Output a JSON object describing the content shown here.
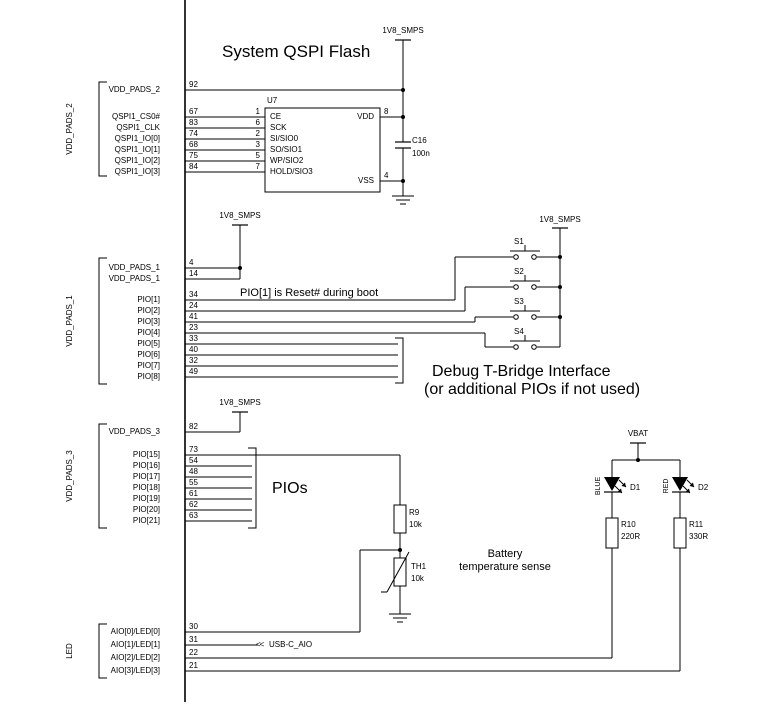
{
  "nets": {
    "v18": "1V8_SMPS",
    "vbat": "VBAT",
    "usb_aio_flag": "<<",
    "usb_aio": "USB-C_AIO"
  },
  "annotations": {
    "qspi_title": "System QSPI Flash",
    "reset_note": "PIO[1] is Reset# during boot",
    "debug_line1": "Debug T-Bridge Interface",
    "debug_line2": "(or additional PIOs if not used)",
    "pios": "PIOs",
    "battery_line1": "Battery",
    "battery_line2": "temperature sense"
  },
  "groups": {
    "vdd_pads_2": {
      "label": "VDD_PADS_2",
      "rows": [
        {
          "signal": "VDD_PADS_2",
          "pin": "92"
        },
        {
          "signal": "QSPI1_CS0#",
          "pin": "67",
          "u7_pin": "1",
          "u7_name": "CE"
        },
        {
          "signal": "QSPI1_CLK",
          "pin": "83",
          "u7_pin": "6",
          "u7_name": "SCK"
        },
        {
          "signal": "QSPI1_IO[0]",
          "pin": "74",
          "u7_pin": "2",
          "u7_name": "SI/SIO0"
        },
        {
          "signal": "QSPI1_IO[1]",
          "pin": "68",
          "u7_pin": "3",
          "u7_name": "SO/SIO1"
        },
        {
          "signal": "QSPI1_IO[2]",
          "pin": "75",
          "u7_pin": "5",
          "u7_name": "WP/SIO2"
        },
        {
          "signal": "QSPI1_IO[3]",
          "pin": "84",
          "u7_pin": "7",
          "u7_name": "HOLD/SIO3"
        }
      ]
    },
    "vdd_pads_1": {
      "label": "VDD_PADS_1",
      "rows": [
        {
          "signal": "VDD_PADS_1",
          "pin": "4"
        },
        {
          "signal": "VDD_PADS_1",
          "pin": "14"
        },
        {
          "signal": "PIO[1]",
          "pin": "34"
        },
        {
          "signal": "PIO[2]",
          "pin": "24"
        },
        {
          "signal": "PIO[3]",
          "pin": "41"
        },
        {
          "signal": "PIO[4]",
          "pin": "23"
        },
        {
          "signal": "PIO[5]",
          "pin": "33"
        },
        {
          "signal": "PIO[6]",
          "pin": "40"
        },
        {
          "signal": "PIO[7]",
          "pin": "32"
        },
        {
          "signal": "PIO[8]",
          "pin": "49"
        }
      ]
    },
    "vdd_pads_3": {
      "label": "VDD_PADS_3",
      "rows": [
        {
          "signal": "VDD_PADS_3",
          "pin": "82"
        },
        {
          "signal": "PIO[15]",
          "pin": "73"
        },
        {
          "signal": "PIO[16]",
          "pin": "54"
        },
        {
          "signal": "PIO[17]",
          "pin": "48"
        },
        {
          "signal": "PIO[18]",
          "pin": "55"
        },
        {
          "signal": "PIO[19]",
          "pin": "61"
        },
        {
          "signal": "PIO[20]",
          "pin": "62"
        },
        {
          "signal": "PIO[21]",
          "pin": "63"
        }
      ]
    },
    "led": {
      "label": "LED",
      "rows": [
        {
          "signal": "AIO[0]/LED[0]",
          "pin": "30"
        },
        {
          "signal": "AIO[1]/LED[1]",
          "pin": "31"
        },
        {
          "signal": "AIO[2]/LED[2]",
          "pin": "22"
        },
        {
          "signal": "AIO[3]/LED[3]",
          "pin": "21"
        }
      ]
    }
  },
  "components": {
    "u7": {
      "ref": "U7",
      "vdd_name": "VDD",
      "vdd_pin": "8",
      "vss_name": "VSS",
      "vss_pin": "4"
    },
    "c16": {
      "ref": "C16",
      "value": "100n"
    },
    "r9": {
      "ref": "R9",
      "value": "10k"
    },
    "th1": {
      "ref": "TH1",
      "value": "10k"
    },
    "r10": {
      "ref": "R10",
      "value": "220R"
    },
    "r11": {
      "ref": "R11",
      "value": "330R"
    },
    "d1": {
      "ref": "D1",
      "color_label": "BLUE"
    },
    "d2": {
      "ref": "D2",
      "color_label": "RED"
    },
    "s1": {
      "ref": "S1"
    },
    "s2": {
      "ref": "S2"
    },
    "s3": {
      "ref": "S3"
    },
    "s4": {
      "ref": "S4"
    }
  },
  "colors": {
    "wire": "#000000",
    "background": "#ffffff"
  }
}
